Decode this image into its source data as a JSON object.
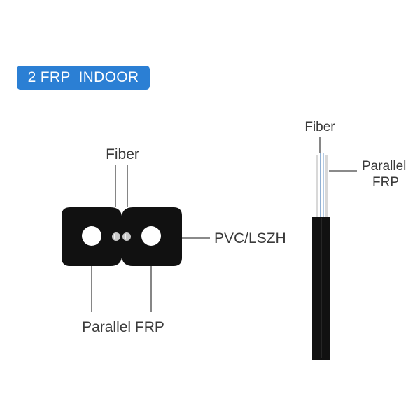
{
  "badge": {
    "text": "2 FRP  INDOOR",
    "color": "#2b7fd4"
  },
  "cross_section": {
    "fiber_label": "Fiber",
    "jacket_label": "PVC/LSZH",
    "frp_label": "Parallel FRP"
  },
  "side_view": {
    "fiber_label": "Fiber",
    "frp_label_line1": "Parallel",
    "frp_label_line2": "FRP"
  }
}
